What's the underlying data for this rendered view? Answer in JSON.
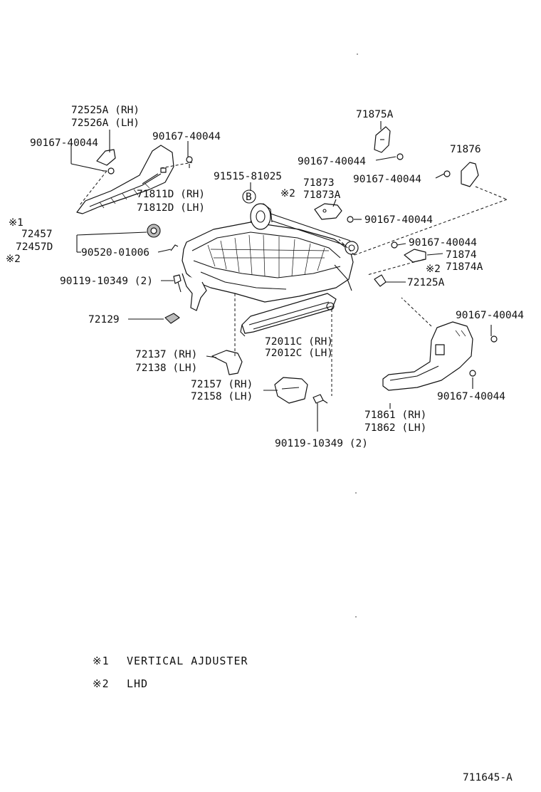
{
  "labels": {
    "l72525A": "72525A (RH)",
    "l72526A": "72526A (LH)",
    "l90167_tl_left": "90167-40044",
    "l90167_tl_right": "90167-40044",
    "l71811D": "71811D (RH)",
    "l71812D": "71812D (LH)",
    "l91515": "91515-81025",
    "circleB": "B",
    "l71875A": "71875A",
    "l90167_71875": "90167-40044",
    "l71876": "71876",
    "l90167_71876": "90167-40044",
    "l71873_mark": "※2",
    "l71873": "71873",
    "l71873A": "71873A",
    "l90167_71873": "90167-40044",
    "l72457_mark1": "※1",
    "l72457": "72457",
    "l72457D": "72457D",
    "l72457_mark2": "※2",
    "l90520": "90520-01006",
    "l90167_71874": "90167-40044",
    "l71874": "71874",
    "l71874A_mark": "※2",
    "l71874A": "71874A",
    "l90119_left": "90119-10349 (2)",
    "l72125A": "72125A",
    "l72129": "72129",
    "l90167_r1": "90167-40044",
    "l72011C": "72011C (RH)",
    "l72012C": "72012C (LH)",
    "l72137": "72137 (RH)",
    "l72138": "72138 (LH)",
    "l72157": "72157 (RH)",
    "l72158": "72158 (LH)",
    "l90167_r2": "90167-40044",
    "l71861": "71861 (RH)",
    "l71862": "71862 (LH)",
    "l90119_bottom": "90119-10349 (2)"
  },
  "legend": [
    {
      "mark": "※1",
      "text": "VERTICAL AJDUSTER"
    },
    {
      "mark": "※2",
      "text": "LHD"
    }
  ],
  "figure_code": "711645-A"
}
